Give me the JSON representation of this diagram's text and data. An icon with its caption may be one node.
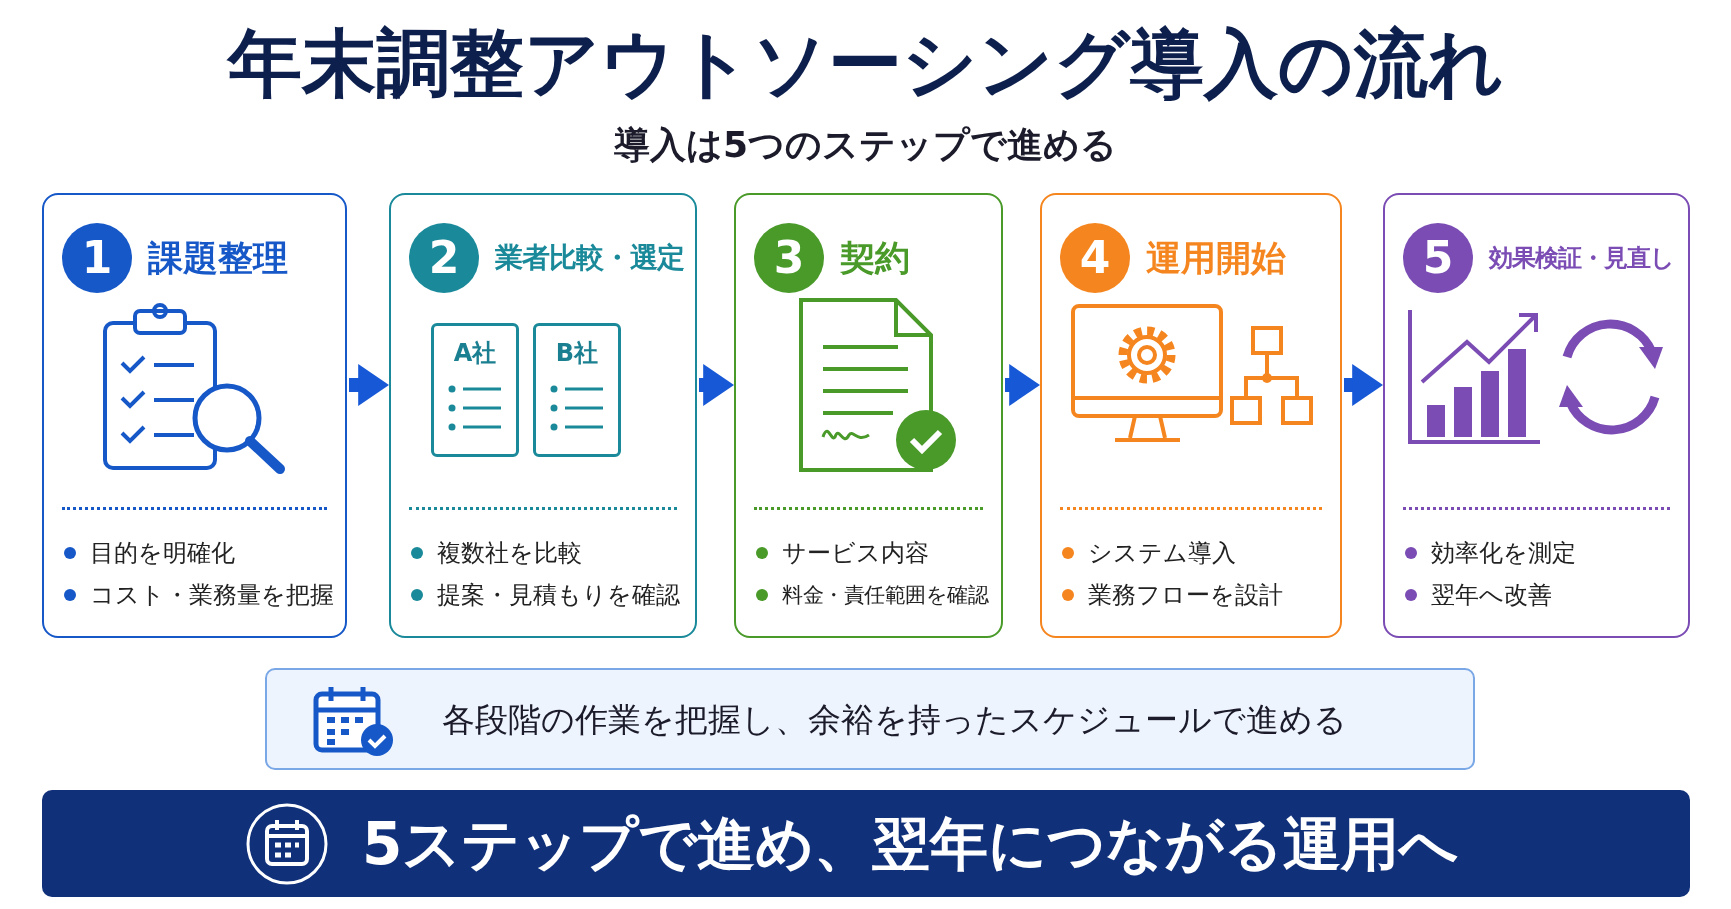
{
  "diagram": {
    "title": "年末調整アウトソーシング導入の流れ",
    "nodes": [
      {
        "text": [
          "1",
          "課題整理",
          "目的を明確化",
          "コスト・業務量を把握"
        ]
      },
      {
        "text": [
          "2",
          "業者比較・選定",
          "複数社を比較",
          "提案・見積もりを確認"
        ]
      },
      {
        "text": [
          "A社"
        ],
        "in": 1
      },
      {
        "text": [
          "B社"
        ],
        "in": 1
      },
      {
        "text": [
          "3",
          "契約",
          "サービス内容",
          "料金・責任範囲を確認"
        ]
      },
      {
        "text": [
          "4",
          "運用開始",
          "システム導入",
          "業務フローを設計"
        ]
      },
      {
        "text": [
          "5",
          "効果検証・見直し",
          "効率化を測定",
          "翌年へ改善"
        ]
      },
      {
        "text": [
          "各段階の作業を把握し、余裕を持ったスケジュールで進める"
        ]
      },
      {
        "text": [
          "5ステップで進め、翌年につながる運用へ"
        ]
      }
    ],
    "edges": [
      {
        "from": 0,
        "to": 1,
        "arrow": "to"
      },
      {
        "from": 1,
        "to": 4,
        "arrow": "to"
      },
      {
        "from": 4,
        "to": 5,
        "arrow": "to"
      },
      {
        "from": 5,
        "to": 6,
        "arrow": "to"
      }
    ],
    "labels": [
      "導入は5つのステップで進める"
    ]
  }
}
